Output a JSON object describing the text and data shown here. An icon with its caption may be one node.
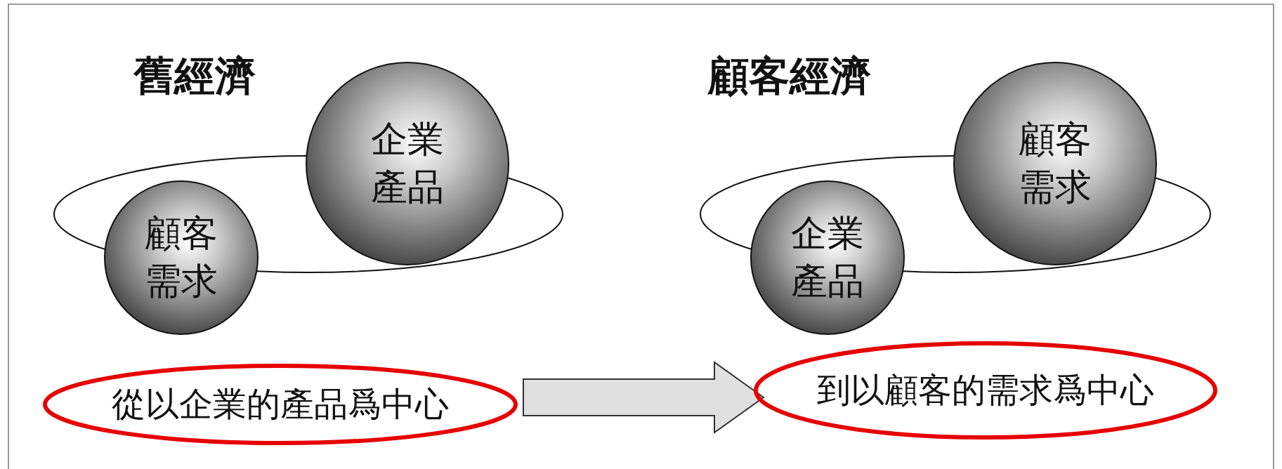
{
  "diagram": {
    "nodes": [
      {
        "text": [
          "企業產品"
        ]
      },
      {
        "text": [
          "顧客需求"
        ]
      },
      {
        "text": [
          "顧客需求"
        ]
      },
      {
        "text": [
          "企業產品"
        ]
      },
      {
        "text": [
          "從以企業的產品爲中心"
        ]
      },
      {
        "text": [
          "到以顧客的需求爲中心"
        ]
      },
      {
        "text": [],
        "shape": "ellipse"
      },
      {
        "text": [],
        "shape": "ellipse"
      }
    ],
    "edges": [
      {
        "from": 4,
        "to": 5,
        "arrow": "to"
      }
    ],
    "labels": [
      "舊經濟",
      "顧客經濟"
    ]
  }
}
